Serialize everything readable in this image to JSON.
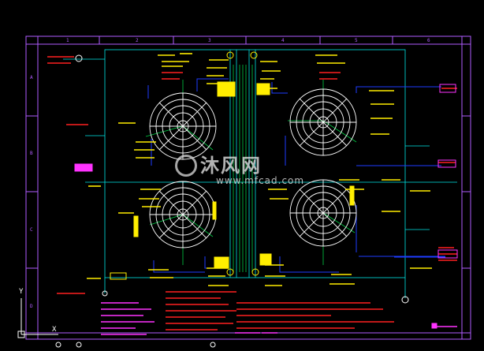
{
  "colors": {
    "background": "#000000",
    "frame": "#b15cff",
    "pipe_cyan": "#00e5e5",
    "pipe_green": "#00cc44",
    "pipe_blue": "#1e3cff",
    "tank": "#ffffff",
    "label_yellow": "#ffee00",
    "label_red": "#ff2020",
    "label_magenta": "#ff33ff"
  },
  "frame": {
    "top_columns": [
      "1",
      "2",
      "3",
      "4",
      "5",
      "6"
    ],
    "side_rows": [
      "A",
      "B",
      "C",
      "D"
    ]
  },
  "watermark": {
    "brand_cn": "沐风网",
    "url": "www.mfcad.com"
  },
  "axis_marker": {
    "y_label": "Y",
    "x_label": "X"
  },
  "tanks": [
    {
      "name": "tank-top-left"
    },
    {
      "name": "tank-top-right"
    },
    {
      "name": "tank-bottom-left"
    },
    {
      "name": "tank-bottom-right"
    }
  ]
}
